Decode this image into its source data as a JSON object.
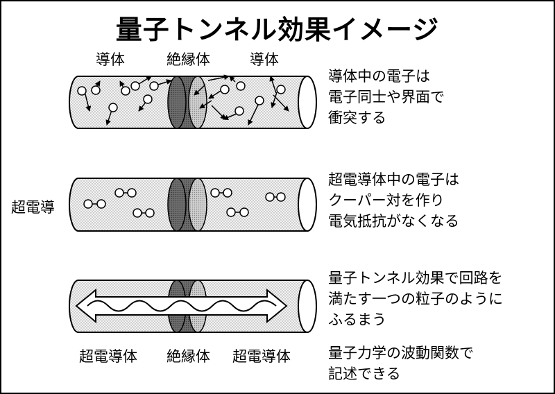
{
  "title": "量子トンネル効果イメージ",
  "top_labels": {
    "left": "導体",
    "center": "絶縁体",
    "right": "導体"
  },
  "side_label": "超電導",
  "bottom_labels": {
    "left": "超電導体",
    "center": "絶縁体",
    "right": "超電導体"
  },
  "descriptions": {
    "conductor": [
      "導体中の電子は",
      "電子同士や界面で",
      "衝突する"
    ],
    "superconductor": [
      "超電導体中の電子は",
      "クーパー対を作り",
      "電気抵抗がなくなる"
    ],
    "tunnel": [
      "量子トンネル効果で回路を",
      "満たす一つの粒子のように",
      "ふるまう"
    ],
    "wave": [
      "量子力学の波動関数で",
      "記述できる"
    ]
  }
}
